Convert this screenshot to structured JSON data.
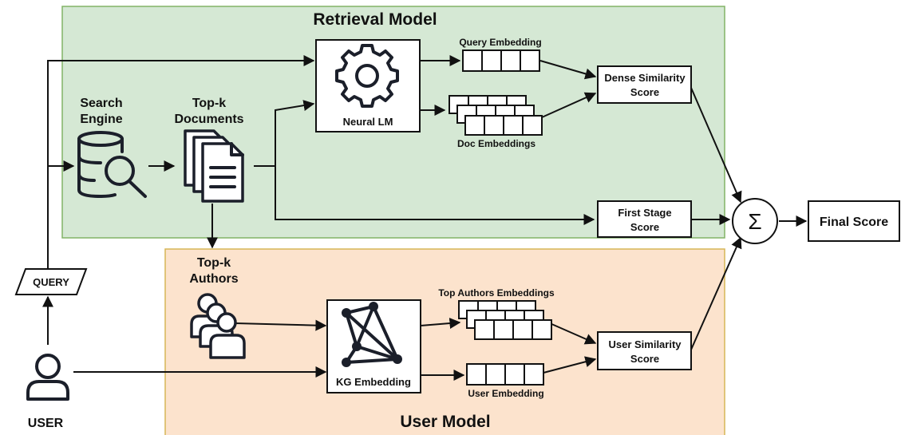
{
  "retrieval_model": {
    "title": "Retrieval Model",
    "bg": "#d5e8d4",
    "border": "#82b366"
  },
  "user_model": {
    "title": "User Model",
    "bg": "#fce3cd",
    "border": "#d6b656"
  },
  "query": {
    "label": "QUERY"
  },
  "user": {
    "label": "USER",
    "icon": "user-icon"
  },
  "search_engine": {
    "label_line1": "Search",
    "label_line2": "Engine",
    "icon": "database-search-icon"
  },
  "topk_documents": {
    "label_line1": "Top-k",
    "label_line2": "Documents",
    "icon": "documents-icon"
  },
  "topk_authors": {
    "label_line1": "Top-k",
    "label_line2": "Authors",
    "icon": "users-group-icon"
  },
  "neural_lm": {
    "label": "Neural LM",
    "icon": "gear-icon"
  },
  "kg_embedding": {
    "label": "KG Embedding",
    "icon": "graph-icon"
  },
  "query_embedding": {
    "label": "Query Embedding",
    "cells": 4
  },
  "doc_embeddings": {
    "label": "Doc Embeddings",
    "cells": 4
  },
  "top_authors_embeddings": {
    "label": "Top Authors Embeddings",
    "cells": 4
  },
  "user_embedding": {
    "label": "User Embedding",
    "cells": 4
  },
  "dense_similarity": {
    "label_line1": "Dense Similarity",
    "label_line2": "Score"
  },
  "first_stage": {
    "label_line1": "First Stage",
    "label_line2": "Score"
  },
  "user_similarity": {
    "label_line1": "User Similarity",
    "label_line2": "Score"
  },
  "sum_node": {
    "label": "Σ"
  },
  "final_score": {
    "label": "Final Score"
  }
}
